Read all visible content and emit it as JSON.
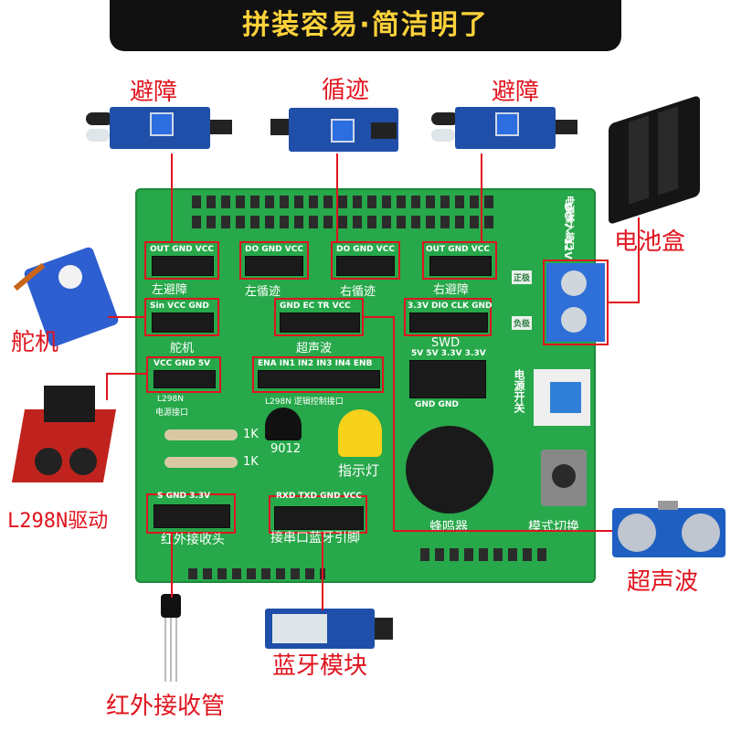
{
  "banner": "拼装容易·简洁明了",
  "modules": {
    "left_obstacle": "避障",
    "line_track": "循迹",
    "right_obstacle": "避障",
    "battery": "电池盒",
    "servo": "舵机",
    "l298n": "L298N驱动",
    "ultrasonic": "超声波",
    "bluetooth": "蓝牙模块",
    "ir_receiver": "红外接收管"
  },
  "board": {
    "left_obstacle_pins": "OUT GND VCC",
    "left_obstacle_label": "左避障",
    "left_track_pins": "DO GND VCC",
    "left_track_label": "左循迹",
    "right_track_pins": "DO GND VCC",
    "right_track_label": "右循迹",
    "right_obstacle_pins": "OUT GND VCC",
    "right_obstacle_label": "右避障",
    "servo_pins": "Sin VCC GND",
    "servo_label": "舵机",
    "ultra_pins": "GND EC TR VCC",
    "ultra_label": "超声波",
    "swd_pins": "3.3V DIO CLK GND",
    "swd_label": "SWD",
    "power_pins": "VCC GND 5V",
    "power_label_1": "L298N",
    "power_label_2": "电源接口",
    "logic_pins": "ENA IN1 IN2 IN3 IN4 ENB",
    "logic_label": "L298N 逻辑控制接口",
    "volt_top": "5V  5V  3.3V 3.3V",
    "volt_bottom": "GND      GND",
    "positive": "正极",
    "negative": "负极",
    "dc": "DC 7~12V",
    "dc_hint": "电源输入接口",
    "power_switch": "电源开关",
    "r1": "1K",
    "r2": "1K",
    "transistor": "9012",
    "led": "指示灯",
    "buzzer": "蜂鸣器",
    "mode_switch": "模式切换",
    "ir_pins": "S  GND 3.3V",
    "ir_label": "红外接收头",
    "bt_pins": "RXD TXD GND VCC",
    "bt_label": "接串口蓝牙引脚"
  },
  "colors": {
    "banner_bg": "#111111",
    "banner_text": "#ffd23a",
    "label_red": "#e0141e",
    "board_green": "#27a84a"
  }
}
